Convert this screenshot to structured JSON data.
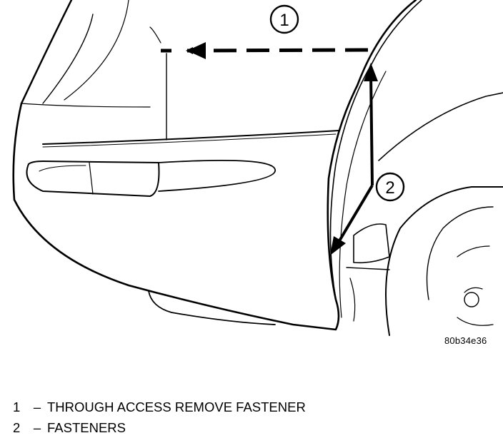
{
  "callouts": [
    {
      "number": "1"
    },
    {
      "number": "2"
    }
  ],
  "reference_code": "80b34e36",
  "legend": [
    {
      "number": "1",
      "separator": "–",
      "text": "THROUGH ACCESS REMOVE FASTENER"
    },
    {
      "number": "2",
      "separator": "–",
      "text": "FASTENERS"
    }
  ]
}
